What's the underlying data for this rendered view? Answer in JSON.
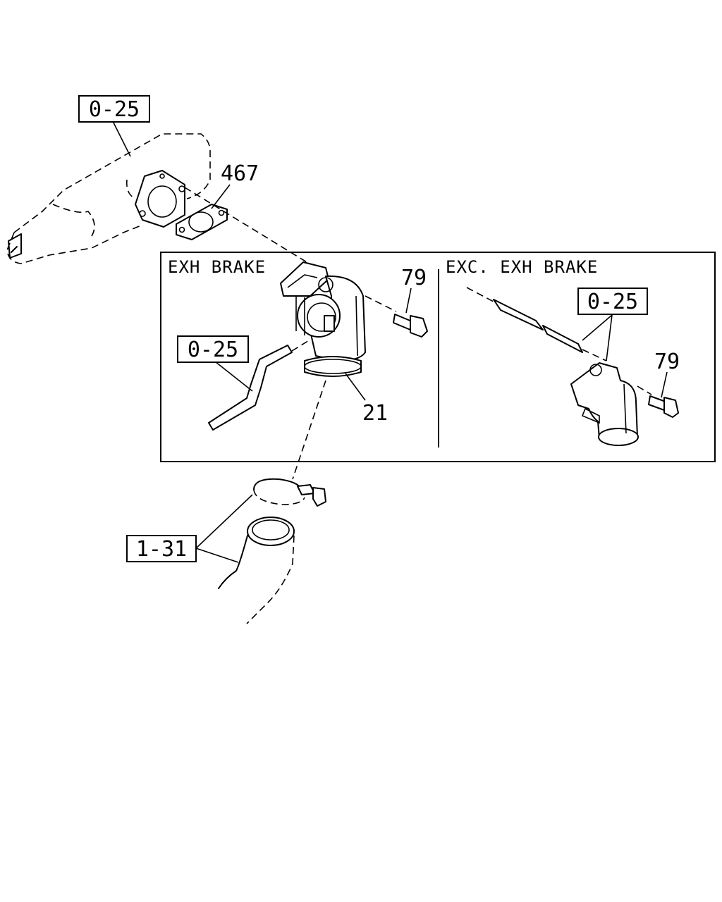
{
  "sections": {
    "left_title": "EXH BRAKE",
    "right_title": "EXC. EXH BRAKE"
  },
  "callouts": {
    "top_ref": "0-25",
    "gasket": "467",
    "bolt_left": "79",
    "hose_ref_left": "0-25",
    "elbow": "21",
    "pipe_ref": "1-31",
    "hose_ref_right": "0-25",
    "bolt_right": "79"
  }
}
